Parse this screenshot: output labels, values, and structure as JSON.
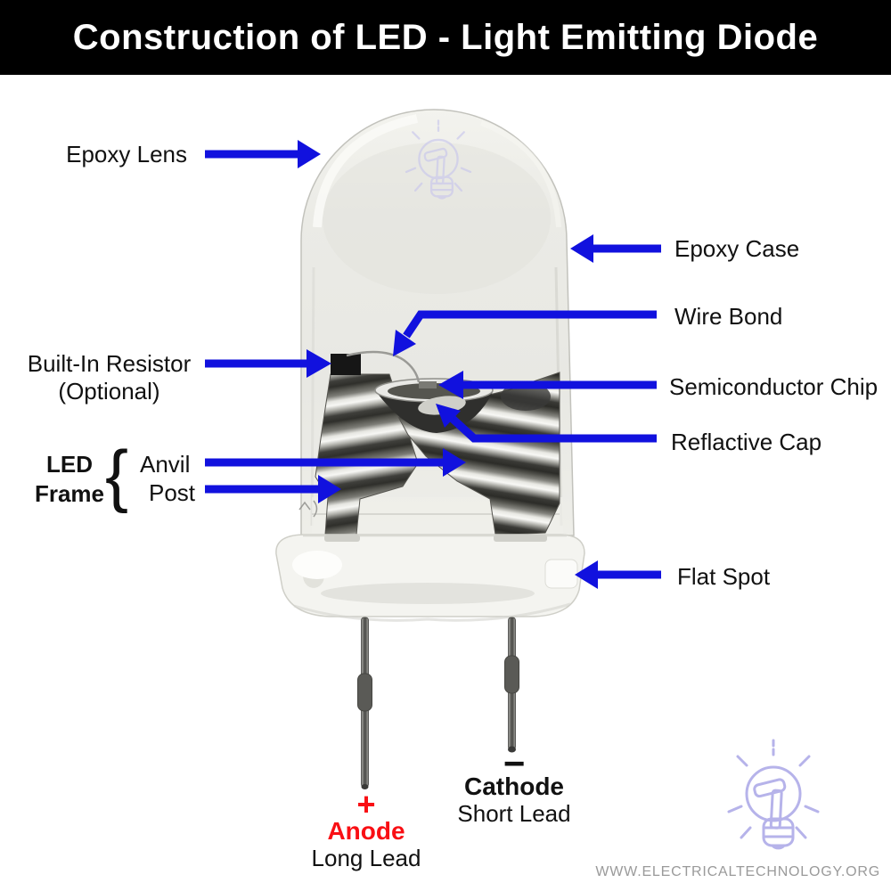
{
  "title": "Construction of LED - Light Emitting Diode",
  "labels": {
    "epoxy_lens": "Epoxy Lens",
    "epoxy_case": "Epoxy Case",
    "wire_bond": "Wire Bond",
    "built_in_resistor": {
      "line1": "Built-In Resistor",
      "line2": "(Optional)"
    },
    "semiconductor_chip": "Semiconductor Chip",
    "reflactive_cap": "Reflactive Cap",
    "led_frame": {
      "line1": "LED",
      "line2": "Frame",
      "brace": "{"
    },
    "anvil": "Anvil",
    "post": "Post",
    "flat_spot": "Flat Spot"
  },
  "terminals": {
    "anode": {
      "symbol": "+",
      "name": "Anode",
      "lead": "Long  Lead"
    },
    "cathode": {
      "symbol": "−",
      "name": "Cathode",
      "lead": "Short  Lead"
    }
  },
  "footer": {
    "website": "WWW.ELECTRICALTECHNOLOGY.ORG"
  },
  "icons": {
    "logo": "lightbulb-hammer-logo"
  },
  "colors": {
    "arrow": "#1111de",
    "anode_red": "#f90f14",
    "title_bg": "#000000",
    "title_text": "#ffffff",
    "label_text": "#111111",
    "watermark": "#9a9a9a",
    "logo": "#b6b3ea",
    "logo_faint": "#c7c5ec"
  }
}
